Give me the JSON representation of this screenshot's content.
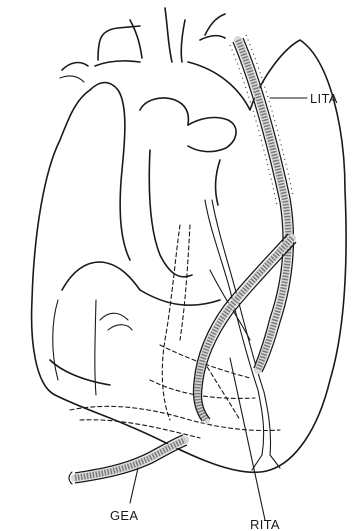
{
  "labels": {
    "lita": "LITA",
    "rita": "RITA",
    "gea": "GEA"
  }
}
